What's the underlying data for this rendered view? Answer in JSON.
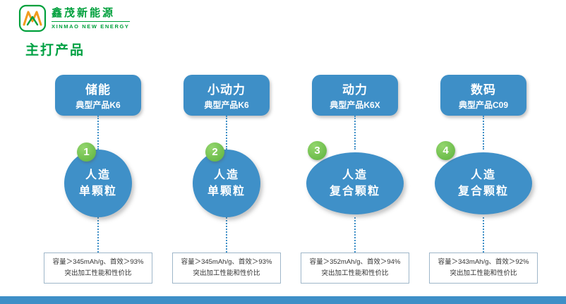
{
  "logo": {
    "company_cn": "鑫茂新能源",
    "company_en": "XINMAO NEW ENERGY"
  },
  "title": "主打产品",
  "colors": {
    "blue": "#3e8fc7",
    "badge_green": "#5cb23c",
    "title_green": "#00a143"
  },
  "products": [
    {
      "number": "1",
      "category": "储能",
      "typical_product": "典型产品K6",
      "material_line1": "人造",
      "material_line2": "单颗粒",
      "spec_line1": "容量＞345mAh/g、首效＞93%",
      "spec_line2": "突出加工性能和性价比"
    },
    {
      "number": "2",
      "category": "小动力",
      "typical_product": "典型产品K6",
      "material_line1": "人造",
      "material_line2": "单颗粒",
      "spec_line1": "容量＞345mAh/g、首效＞93%",
      "spec_line2": "突出加工性能和性价比"
    },
    {
      "number": "3",
      "category": "动力",
      "typical_product": "典型产品K6X",
      "material_line1": "人造",
      "material_line2": "复合颗粒",
      "spec_line1": "容量＞352mAh/g、首效＞94%",
      "spec_line2": "突出加工性能和性价比"
    },
    {
      "number": "4",
      "category": "数码",
      "typical_product": "典型产品C09",
      "material_line1": "人造",
      "material_line2": "复合颗粒",
      "spec_line1": "容量＞343mAh/g、首效＞92%",
      "spec_line2": "突出加工性能和性价比"
    }
  ]
}
